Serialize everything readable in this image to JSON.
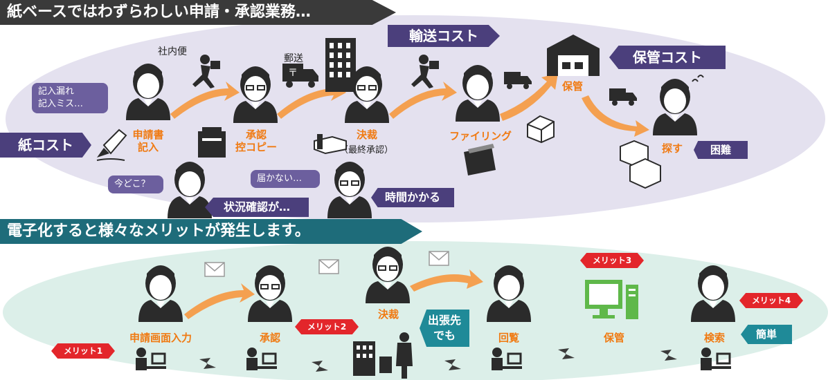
{
  "header_top": "紙ベースではわずらわしい申請・承認業務…",
  "header_bottom": "電子化すると様々なメリットが発生します。",
  "top": {
    "bubble_errors_line1": "記入漏れ",
    "bubble_errors_line2": "記入ミス…",
    "paper_cost": "紙コスト",
    "internal_mail": "社内便",
    "postal": "郵送",
    "transport_cost": "輸送コスト",
    "storage_cost": "保管コスト",
    "step_apply_line1": "申請書",
    "step_apply_line2": "記入",
    "step_approve_line1": "承認",
    "step_approve_line2": "控コピー",
    "step_decision": "決裁",
    "step_decision_note": "（最終承認）",
    "step_filing": "ファイリング",
    "step_storage": "保管",
    "step_search": "探す",
    "difficult": "困難",
    "bubble_where": "今どこ？",
    "status_check": "状況確認が…",
    "bubble_not_arrived": "届かない…",
    "takes_time": "時間かかる"
  },
  "bottom": {
    "step_input": "申請画面入力",
    "step_approve": "承認",
    "step_decision": "決裁",
    "away_line1": "出張先",
    "away_line2": "でも",
    "step_view": "回覧",
    "step_storage": "保管",
    "step_search": "検索",
    "easy": "簡単",
    "merit1": "メリット1",
    "merit2": "メリット2",
    "merit3": "メリット3",
    "merit4": "メリット4"
  },
  "colors": {
    "top_oval": "#e4e1ef",
    "bottom_oval": "#dcefe9",
    "purple": "#4b3f7c",
    "orange": "#f07a12",
    "merit_red": "#e3262b",
    "teal": "#1f8a98",
    "monitor_green": "#5fb84a"
  }
}
